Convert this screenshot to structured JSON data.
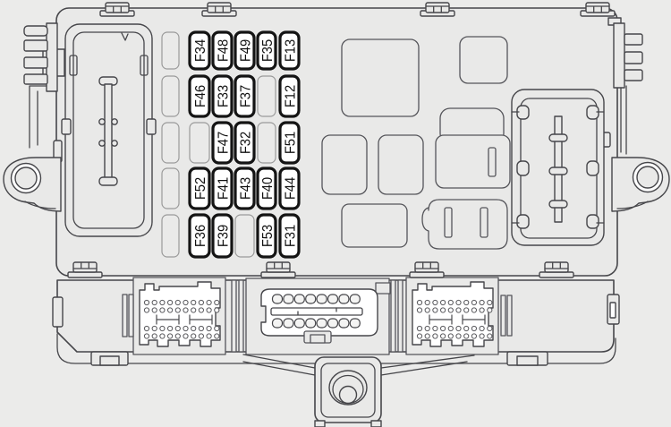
{
  "colors": {
    "background": "#ebebea",
    "body_fill": "#e9e9e8",
    "outline": "#46464a",
    "component_outline": "#55555a",
    "fuse_outline": "#141414",
    "fuse_fill": "#ffffff",
    "label_color": "#111111"
  },
  "fuse_grid": {
    "columns": 6,
    "rows": [
      [
        "",
        "F34",
        "F48",
        "F49",
        "F35",
        "F13"
      ],
      [
        "",
        "F46",
        "F33",
        "F37",
        "",
        "F12"
      ],
      [
        "",
        "",
        "F47",
        "F32",
        "",
        "F51"
      ],
      [
        "",
        "F52",
        "F41",
        "F43",
        "F40",
        "F44"
      ],
      [
        "",
        "F36",
        "F39",
        "",
        "F53",
        "F31"
      ]
    ]
  },
  "connectors": {
    "bottom_middle": {
      "pins_per_row": 8,
      "pin_rows": 2
    },
    "bottom_left": {
      "dot_rows": 4,
      "dots_per_row": 10
    },
    "bottom_right": {
      "dot_rows": 4,
      "dots_per_row": 10
    }
  }
}
